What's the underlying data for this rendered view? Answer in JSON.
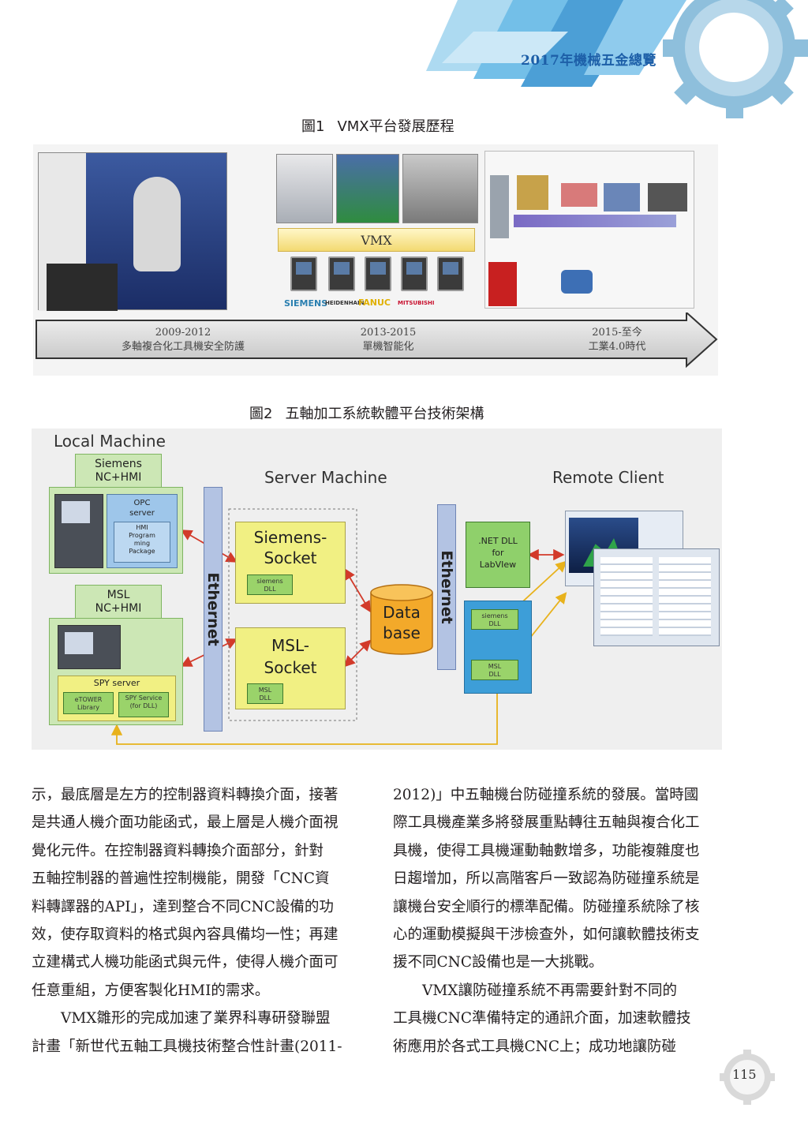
{
  "header": {
    "title": "2017年機械五金總覽"
  },
  "figure1": {
    "caption_num": "圖1",
    "caption_text": "VMX平台發展歷程",
    "vmx_label": "VMX",
    "brands": [
      "SIEMENS",
      "HEIDENHAIN",
      "FANUC",
      "MITSUBISHI",
      ""
    ],
    "eras": [
      {
        "years": "2009-2012",
        "desc": "多軸複合化工具機安全防護"
      },
      {
        "years": "2013-2015",
        "desc": "單機智能化"
      },
      {
        "years": "2015-至今",
        "desc": "工業4.0時代"
      }
    ]
  },
  "figure2": {
    "caption_num": "圖2",
    "caption_text": "五軸加工系統軟體平台技術架構",
    "local_machine": "Local Machine",
    "server_machine": "Server Machine",
    "remote_client": "Remote Client",
    "siemens_nc": [
      "Siemens",
      "NC+HMI"
    ],
    "opc_server": [
      "OPC",
      "server"
    ],
    "hmi_pkg": [
      "HMI",
      "Program",
      "ming",
      "Package"
    ],
    "msl_nc": [
      "MSL",
      "NC+HMI"
    ],
    "spy_server": "SPY server",
    "spy_items": [
      "eTOWER Library",
      "SPY Service (for DLL)"
    ],
    "ethernet_left": "Ethernet",
    "ethernet_right": "Ethernet",
    "siemens_socket": [
      "Siemens-",
      "Socket"
    ],
    "siemens_dll": [
      "siemens",
      "DLL"
    ],
    "msl_socket": [
      "MSL-",
      "Socket"
    ],
    "msl_dll": [
      "MSL",
      "DLL"
    ],
    "database": [
      "Data",
      "base"
    ],
    "net_dll": [
      ".NET DLL",
      "for",
      "LabVIew"
    ],
    "client_siemens_dll": [
      "siemens",
      "DLL"
    ],
    "client_msl_dll": [
      "MSL",
      "DLL"
    ]
  },
  "body": {
    "left": [
      "示，最底層是左方的控制器資料轉換介面，接著",
      "是共通人機介面功能函式，最上層是人機介面視",
      "覺化元件。在控制器資料轉換介面部分，針對",
      "五軸控制器的普遍性控制機能，開發「CNC資",
      "料轉譯器的API」，達到整合不同CNC設備的功",
      "效，使存取資料的格式與內容具備均一性；再建",
      "立建構式人機功能函式與元件，使得人機介面可",
      "任意重組，方便客製化HMI的需求。",
      "　　VMX雛形的完成加速了業界科專研發聯盟",
      "計畫「新世代五軸工具機技術整合性計畫(2011-"
    ],
    "right": [
      "2012)」中五軸機台防碰撞系統的發展。當時國",
      "際工具機產業多將發展重點轉往五軸與複合化工",
      "具機，使得工具機運動軸數增多，功能複雜度也",
      "日趨增加，所以高階客戶一致認為防碰撞系統是",
      "讓機台安全順行的標準配備。防碰撞系統除了核",
      "心的運動模擬與干涉檢查外，如何讓軟體技術支",
      "援不同CNC設備也是一大挑戰。",
      "　　VMX讓防碰撞系統不再需要針對不同的",
      "工具機CNC準備特定的通訊介面，加速軟體技",
      "術應用於各式工具機CNC上；成功地讓防碰"
    ]
  },
  "page_number": "115",
  "colors": {
    "accent_blue": "#1d5fa8",
    "box_green": "#cce7b5",
    "box_yellow": "#f1f083",
    "box_blue": "#3d9ed8"
  }
}
